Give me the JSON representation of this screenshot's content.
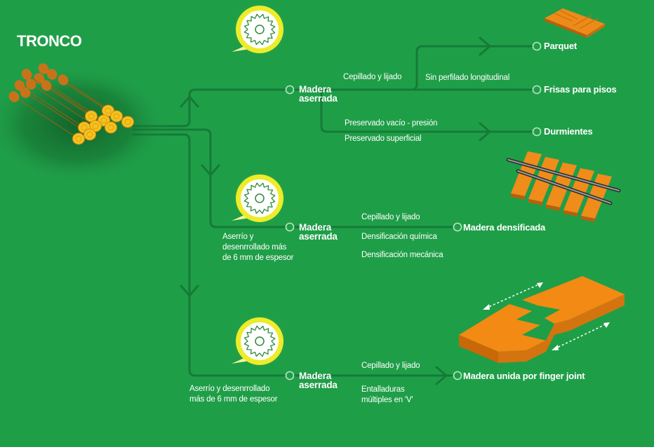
{
  "title": "TRONCO",
  "branch1": {
    "node": {
      "line1": "Madera",
      "line2": "aserrada"
    },
    "process_top": "Cepillado y lijado",
    "process_mid": "Sin perfilado longitudinal",
    "process_bottom_1": "Preservado vacío - presión",
    "process_bottom_2": "Preservado superficial",
    "products": [
      "Parquet",
      "Frisas para pisos",
      "Durmientes"
    ]
  },
  "branch2": {
    "note": {
      "line1": "Aserrío  y",
      "line2": "desenrrollado más",
      "line3": "de 6 mm de espesor"
    },
    "node": {
      "line1": "Madera",
      "line2": "aserrada"
    },
    "processes": [
      "Cepillado y lijado",
      "Densificación química",
      "Densificación mecánica"
    ],
    "product": "Madera densificada"
  },
  "branch3": {
    "note": {
      "line1": "Aserrío  y desenrrollado",
      "line2": "más de 6 mm de espesor"
    },
    "node": {
      "line1": "Madera",
      "line2": "aserrada"
    },
    "process_top": "Cepillado y lijado",
    "process_bottom": {
      "line1": "Entalladuras",
      "line2": "múltiples en 'V'"
    },
    "product": "Madera unida por finger joint"
  },
  "icons": [
    "log-pile-icon",
    "saw-blade-icon",
    "parquet-icon",
    "railroad-sleepers-icon",
    "finger-joint-icon"
  ],
  "colors": {
    "background": "#1f9e48",
    "line": "#167a38",
    "saw_ring": "#ecec28",
    "wood": "#f08c1a"
  }
}
